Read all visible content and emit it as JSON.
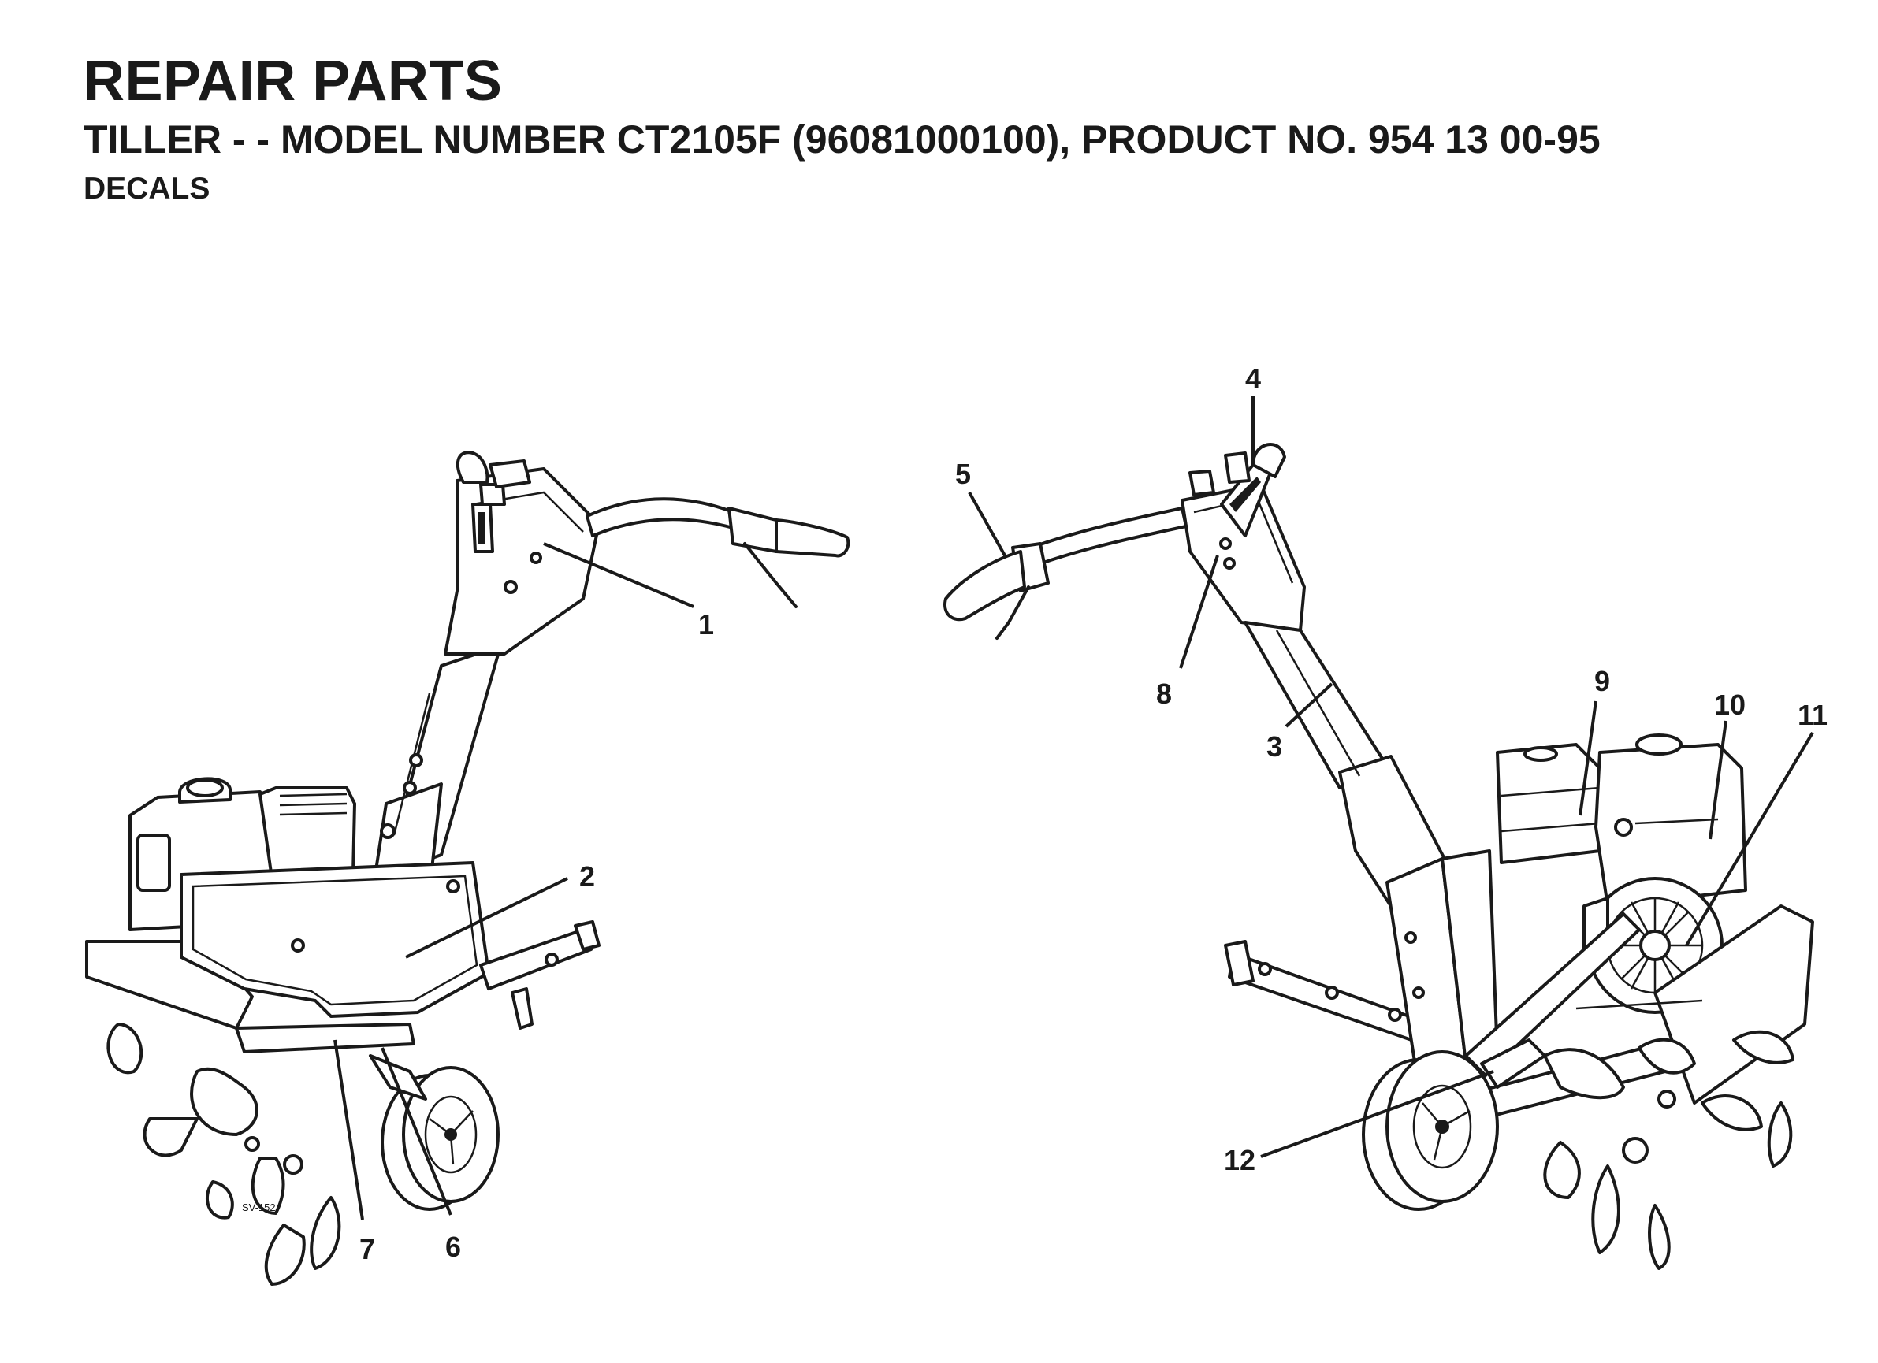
{
  "header": {
    "title": "REPAIR PARTS",
    "subtitle": "TILLER - - MODEL NUMBER CT2105F (96081000100), PRODUCT NO. 954 13 00-95",
    "section": "DECALS"
  },
  "drawing_code": "SV-152",
  "callouts": {
    "c1": "1",
    "c2": "2",
    "c3": "3",
    "c4": "4",
    "c5": "5",
    "c6": "6",
    "c7": "7",
    "c8": "8",
    "c9": "9",
    "c10": "10",
    "c11": "11",
    "c12": "12"
  }
}
